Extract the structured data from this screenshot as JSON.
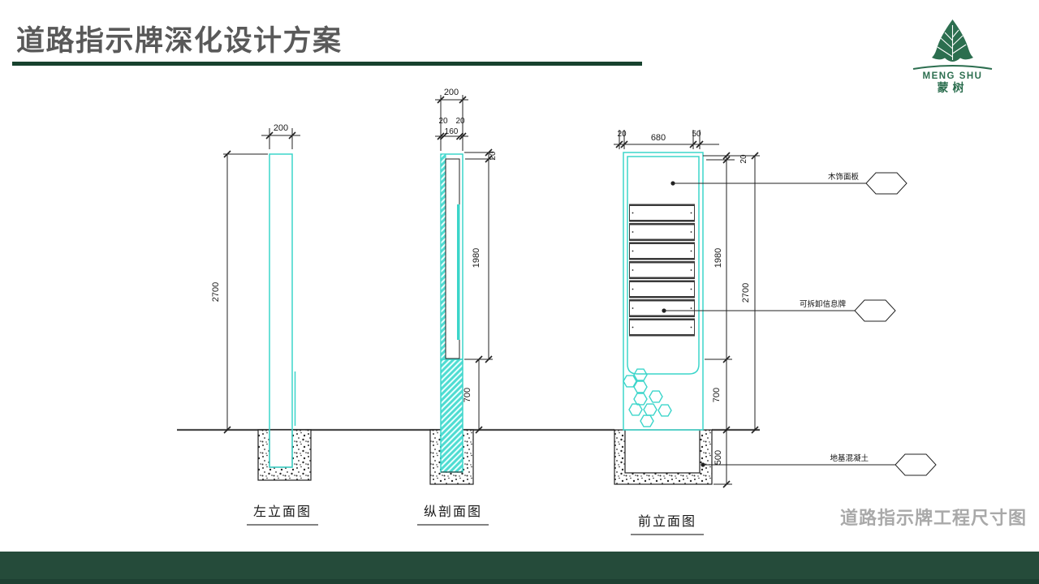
{
  "slide": {
    "title": "道路指示牌深化设计方案",
    "footer_caption": "道路指示牌工程尺寸图"
  },
  "logo": {
    "name_en": "MENG SHU",
    "name_zh": "蒙树"
  },
  "views": {
    "left": {
      "caption": "左立面图",
      "dim_width": "200",
      "dim_height": "2700"
    },
    "section": {
      "caption": "纵剖面图",
      "dim_width": "200",
      "dim_wall_left": "20",
      "dim_core": "160",
      "dim_wall_right": "20",
      "dim_top_gap": "20",
      "dim_board_height": "1980",
      "dim_lower_height": "700"
    },
    "front": {
      "caption": "前立面图",
      "dim_margin_left": "20",
      "dim_panel_width": "680",
      "dim_margin_right": "50",
      "dim_top_gap": "20",
      "dim_board_height": "1980",
      "dim_total_height": "2700",
      "dim_lower_height": "700",
      "dim_footing_depth": "500"
    }
  },
  "annotations": {
    "wood_panel": "木饰面板",
    "removable_sign": "可拆卸信息牌",
    "foundation_concrete": "地基混凝土"
  },
  "colors": {
    "accent_green": "#17422e",
    "footer_green": "#254b3a",
    "logo_green": "#2c6e4f",
    "line_cyan": "#3bd5ca",
    "title_gray": "#595959",
    "caption_gray": "#a9a9a9"
  }
}
